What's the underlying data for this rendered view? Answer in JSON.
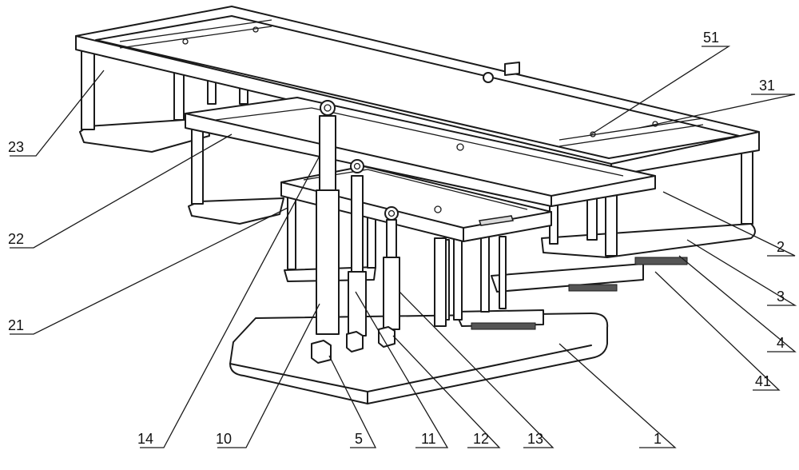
{
  "labels": {
    "l1": "1",
    "l2": "2",
    "l3": "3",
    "l4": "4",
    "l5": "5",
    "l10": "10",
    "l11": "11",
    "l12": "12",
    "l13": "13",
    "l14": "14",
    "l21": "21",
    "l22": "22",
    "l23": "23",
    "l31": "31",
    "l41": "41",
    "l51": "51"
  }
}
